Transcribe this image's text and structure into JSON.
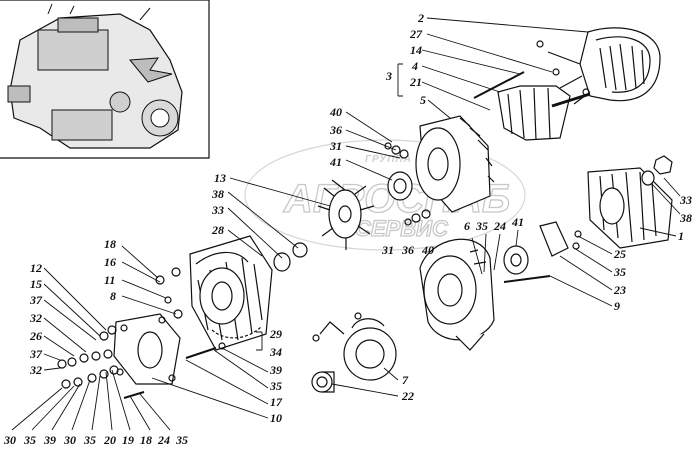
{
  "watermark": {
    "line1": "АГРОСНАБ",
    "line2": "СЕРВИС",
    "tagline": "ГРУППА КОМПАНИЙ"
  },
  "callouts": {
    "c2": "2",
    "c27": "27",
    "c14": "14",
    "c3": "3",
    "c4": "4",
    "c21": "21",
    "c5": "5",
    "c40a": "40",
    "c36a": "36",
    "c31a": "31",
    "c41a": "41",
    "c13": "13",
    "c38a": "38",
    "c33a": "33",
    "c28": "28",
    "c33b": "33",
    "c38b": "38",
    "c1": "1",
    "c6": "6",
    "c35a": "35",
    "c24a": "24",
    "c41b": "41",
    "c31b": "31",
    "c36b": "36",
    "c40b": "40",
    "c25": "25",
    "c35b": "35",
    "c23": "23",
    "c9": "9",
    "c18": "18",
    "c16": "16",
    "c11": "11",
    "c8": "8",
    "c29": "29",
    "c34": "34",
    "c39a": "39",
    "c35c": "35",
    "c17": "17",
    "c10": "10",
    "c7": "7",
    "c22": "22",
    "c12": "12",
    "c15": "15",
    "c37a": "37",
    "c32a": "32",
    "c26": "26",
    "c37b": "37",
    "c32b": "32",
    "b30a": "30",
    "b35a": "35",
    "b39": "39",
    "b30b": "30",
    "b35b": "35",
    "b20": "20",
    "b19": "19",
    "b18": "18",
    "b24": "24",
    "b35c": "35"
  }
}
